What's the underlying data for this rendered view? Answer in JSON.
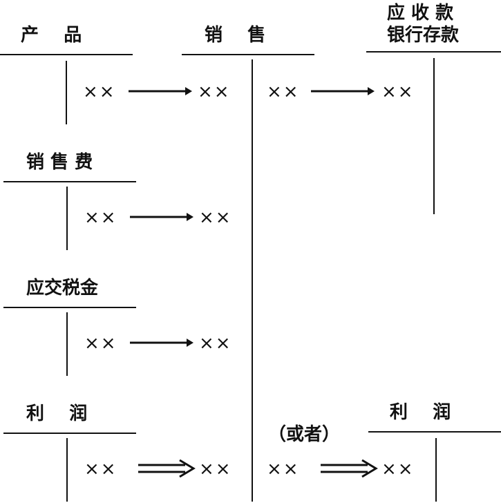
{
  "accounts": {
    "product": {
      "title": "产    品"
    },
    "sales": {
      "title": "销    售"
    },
    "receivable": {
      "title_line1": "应 收 款",
      "title_line2": "银行存款"
    },
    "sales_expense": {
      "title": "销 售 费"
    },
    "tax_payable": {
      "title": "应交税金"
    },
    "profit_left": {
      "title": "利    润"
    },
    "profit_right": {
      "title": "利    润"
    }
  },
  "entries": {
    "mark": "××",
    "note": "（或者）"
  }
}
